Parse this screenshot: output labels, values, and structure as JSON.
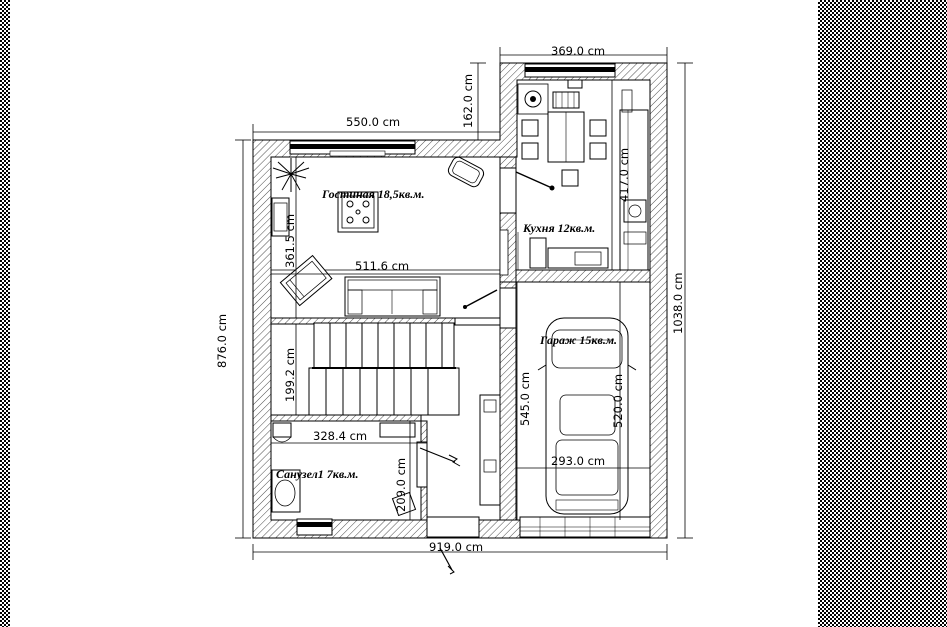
{
  "rooms": {
    "living": "Гостиная 18,5кв.м.",
    "kitchen": "Кухня 12кв.м.",
    "garage": "Гараж 15кв.м.",
    "bathroom": "Санузел1 7кв.м."
  },
  "dimensions": {
    "top_garage_width": "369.0 cm",
    "top_living_width": "550.0 cm",
    "step_height": "162.0 cm",
    "left_height": "876.0 cm",
    "right_height": "1038.0 cm",
    "bottom_width": "919.0 cm",
    "kitchen_height": "417.0 cm",
    "living_height": "361.5 cm",
    "living_width": "511.6 cm",
    "stair_height": "199.2 cm",
    "bath_width": "328.4 cm",
    "bath_height": "209.0 cm",
    "hall_height": "545.0 cm",
    "garage_inner_height": "520.0 cm",
    "garage_inner_width": "293.0 cm"
  }
}
